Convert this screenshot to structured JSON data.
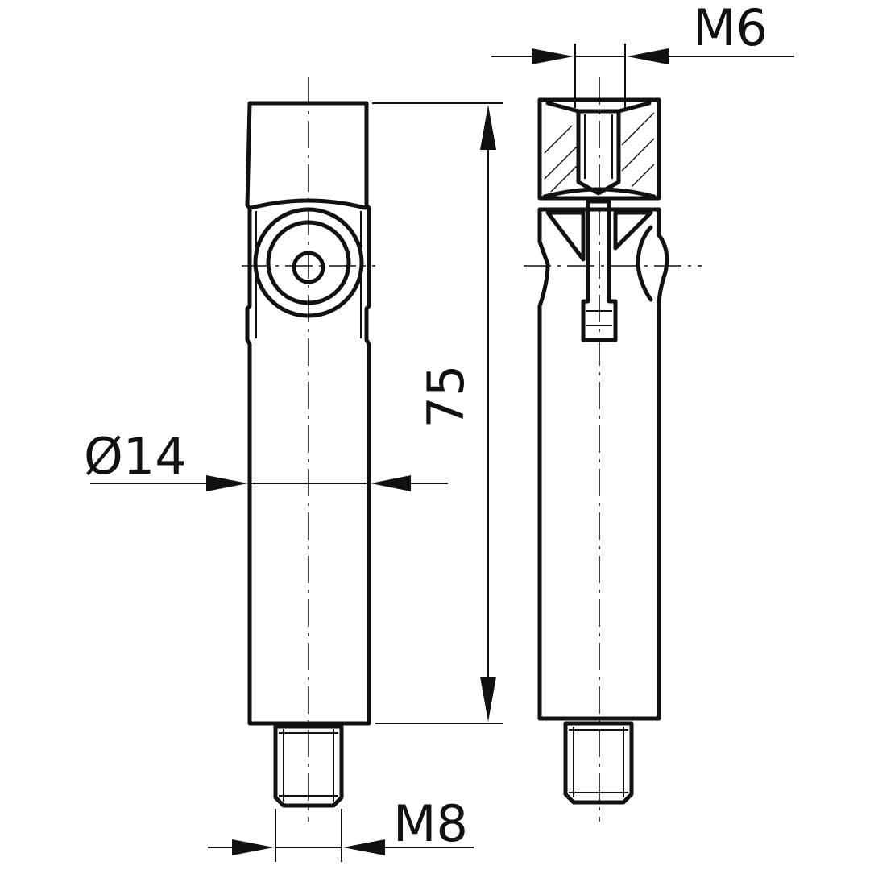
{
  "dimensions": {
    "length_label": "75",
    "diameter_label": "Ø14",
    "bottom_thread_label": "M8",
    "top_thread_label": "M6"
  },
  "colors": {
    "line": "#111111",
    "background": "#ffffff"
  }
}
